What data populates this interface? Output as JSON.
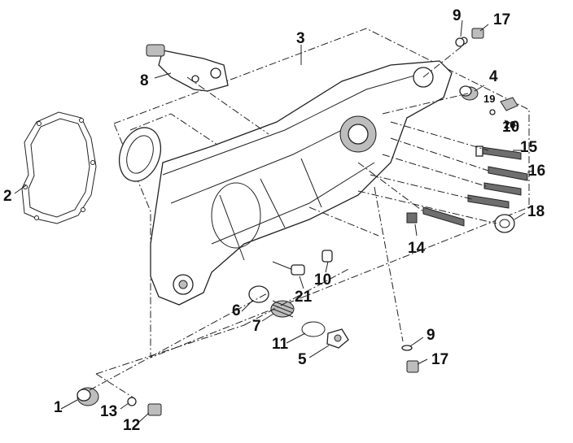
{
  "callouts": [
    {
      "id": "c1",
      "text": "1"
    },
    {
      "id": "c2",
      "text": "2"
    },
    {
      "id": "c3",
      "text": "3"
    },
    {
      "id": "c4",
      "text": "4"
    },
    {
      "id": "c5",
      "text": "5"
    },
    {
      "id": "c6",
      "text": "6"
    },
    {
      "id": "c7",
      "text": "7"
    },
    {
      "id": "c8",
      "text": "8"
    },
    {
      "id": "c9a",
      "text": "9"
    },
    {
      "id": "c9b",
      "text": "9"
    },
    {
      "id": "c10a",
      "text": "10"
    },
    {
      "id": "c10b",
      "text": "10"
    },
    {
      "id": "c11",
      "text": "11"
    },
    {
      "id": "c12",
      "text": "12"
    },
    {
      "id": "c13",
      "text": "13"
    },
    {
      "id": "c14",
      "text": "14"
    },
    {
      "id": "c15",
      "text": "15"
    },
    {
      "id": "c16",
      "text": "16"
    },
    {
      "id": "c17a",
      "text": "17"
    },
    {
      "id": "c17b",
      "text": "17"
    },
    {
      "id": "c18",
      "text": "18"
    },
    {
      "id": "c19",
      "text": "19"
    },
    {
      "id": "c20",
      "text": "20"
    },
    {
      "id": "c21",
      "text": "21"
    }
  ]
}
